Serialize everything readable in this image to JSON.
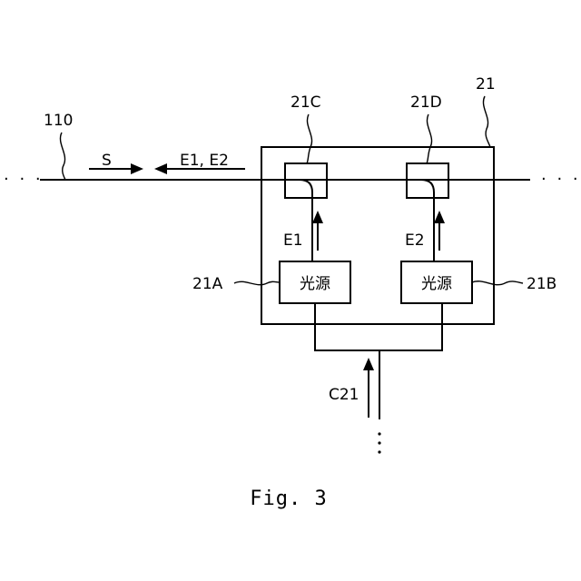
{
  "labels": {
    "fiber": "110",
    "signal": "S",
    "probe": "E1, E2",
    "device": "21",
    "coupler_c": "21C",
    "coupler_d": "21D",
    "source_a": "21A",
    "source_b": "21B",
    "source_a_text": "光源",
    "source_b_text": "光源",
    "e1": "E1",
    "e2": "E2",
    "control": "C21",
    "left_dots": "· · ·",
    "right_dots": "· · ·"
  },
  "caption": "Fig. 3"
}
